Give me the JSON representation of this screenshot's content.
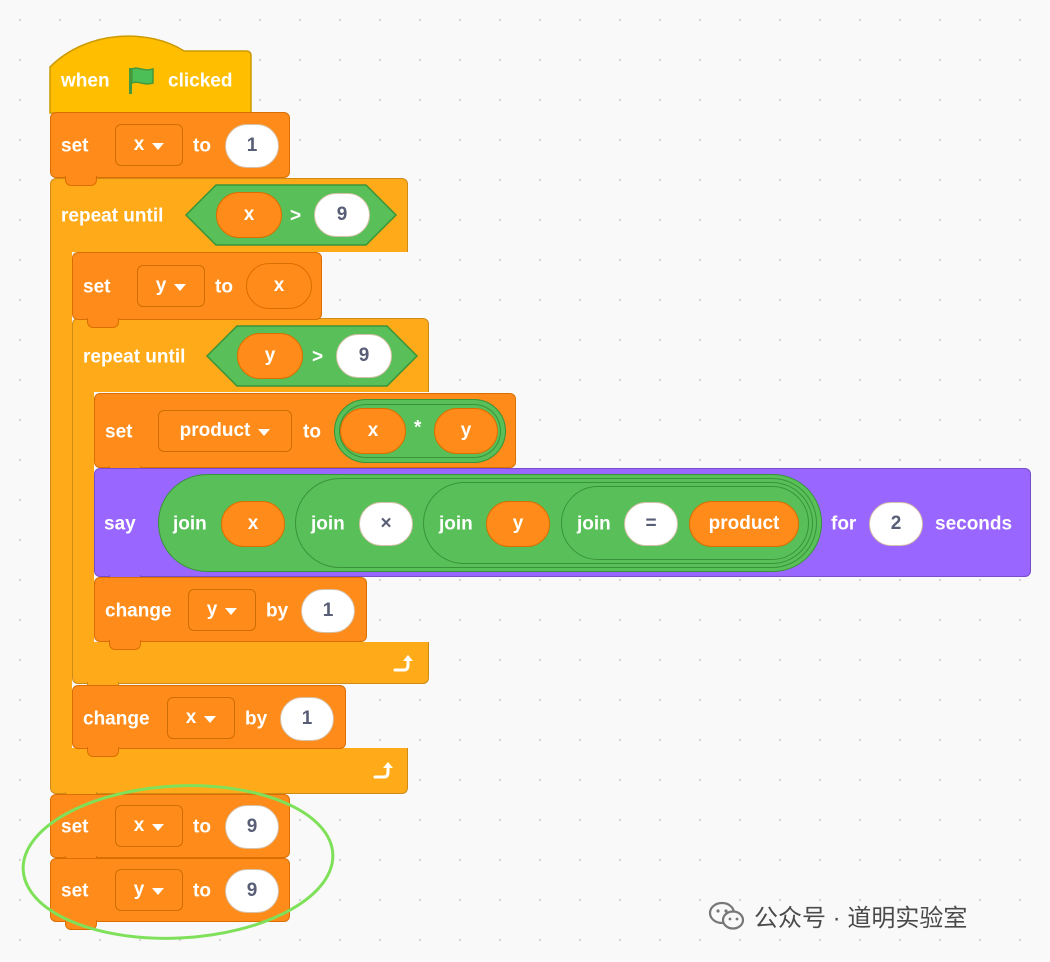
{
  "hat": {
    "when": "when",
    "flag_icon": "green-flag-icon",
    "clicked": "clicked"
  },
  "set_x_1": {
    "set": "set",
    "var": "x",
    "to": "to",
    "value": "1"
  },
  "repeat_outer": {
    "label": "repeat until",
    "left": "x",
    "op": ">",
    "right": "9"
  },
  "set_y_x": {
    "set": "set",
    "var": "y",
    "to": "to",
    "value": "x"
  },
  "repeat_inner": {
    "label": "repeat until",
    "left": "y",
    "op": ">",
    "right": "9"
  },
  "set_product": {
    "set": "set",
    "var": "product",
    "to": "to",
    "left": "x",
    "op": "*",
    "right": "y"
  },
  "say": {
    "say": "say",
    "join1": "join",
    "arg1": "x",
    "join2": "join",
    "arg2": "×",
    "join3": "join",
    "arg3": "y",
    "join4": "join",
    "arg4": "=",
    "arg5": "product",
    "for": "for",
    "secs": "2",
    "seconds": "seconds"
  },
  "change_y": {
    "label": "change",
    "var": "y",
    "by": "by",
    "value": "1"
  },
  "change_x": {
    "label": "change",
    "var": "x",
    "by": "by",
    "value": "1"
  },
  "set_x_9": {
    "set": "set",
    "var": "x",
    "to": "to",
    "value": "9"
  },
  "set_y_9": {
    "set": "set",
    "var": "y",
    "to": "to",
    "value": "9"
  },
  "watermark": {
    "text": "公众号 · 道明实验室"
  },
  "colors": {
    "events": "#ffbf00",
    "control": "#ffab19",
    "variables": "#ff8c1a",
    "operators": "#59c059",
    "looks": "#9966ff",
    "highlight": "#7fe05a"
  }
}
